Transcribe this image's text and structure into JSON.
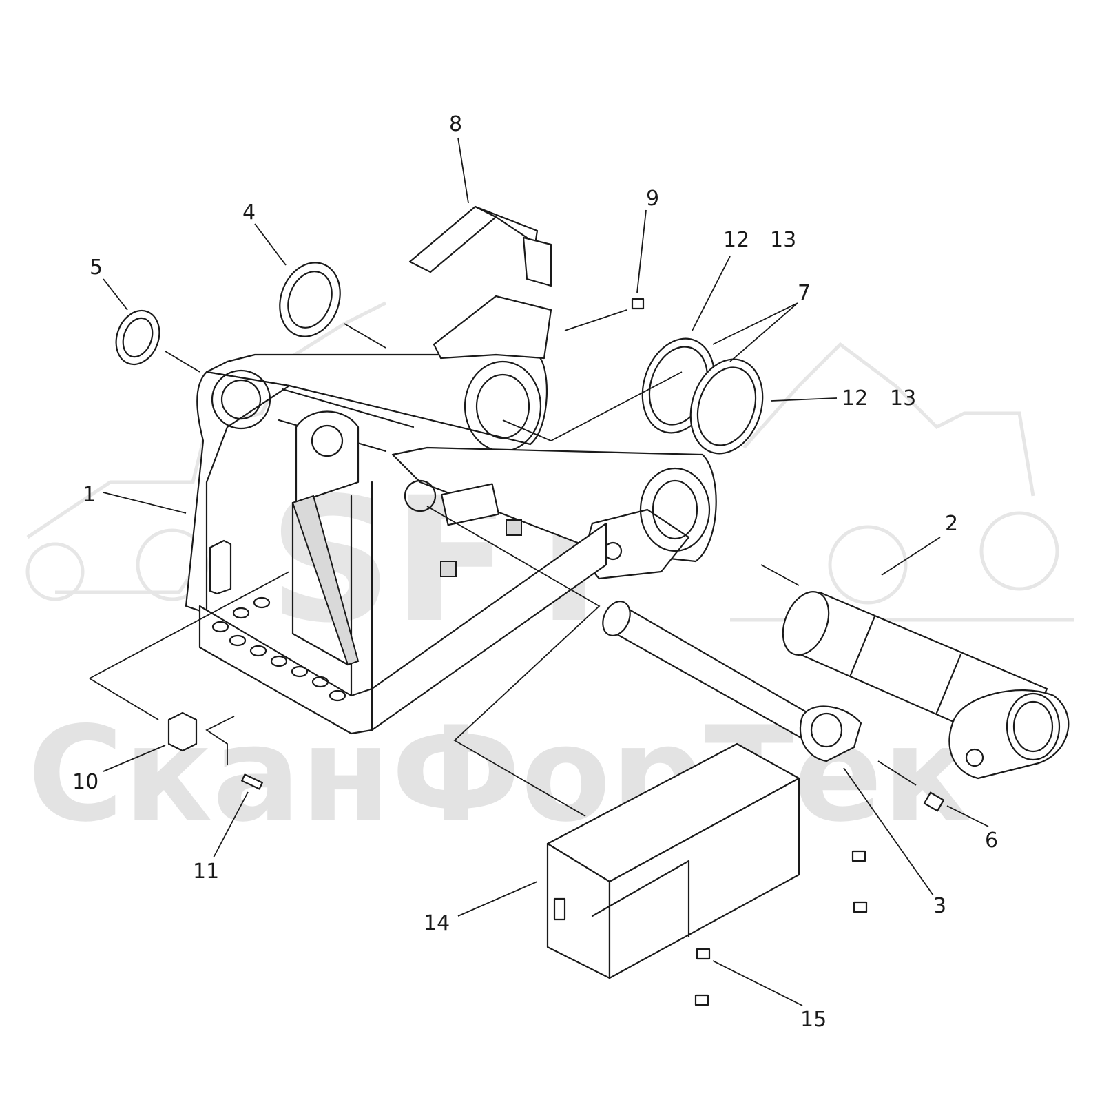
{
  "watermark": {
    "logo_text": "SFT",
    "brand_text": "СканФорТек"
  },
  "callouts": [
    {
      "id": "c1",
      "label": "1"
    },
    {
      "id": "c2",
      "label": "2"
    },
    {
      "id": "c3",
      "label": "3"
    },
    {
      "id": "c4",
      "label": "4"
    },
    {
      "id": "c5",
      "label": "5"
    },
    {
      "id": "c6",
      "label": "6"
    },
    {
      "id": "c7",
      "label": "7"
    },
    {
      "id": "c8",
      "label": "8"
    },
    {
      "id": "c9",
      "label": "9"
    },
    {
      "id": "c10",
      "label": "10"
    },
    {
      "id": "c11",
      "label": "11"
    },
    {
      "id": "c12a",
      "label": "12"
    },
    {
      "id": "c13a",
      "label": "13"
    },
    {
      "id": "c12b",
      "label": "12"
    },
    {
      "id": "c13b",
      "label": "13"
    },
    {
      "id": "c14",
      "label": "14"
    },
    {
      "id": "c15",
      "label": "15"
    }
  ]
}
